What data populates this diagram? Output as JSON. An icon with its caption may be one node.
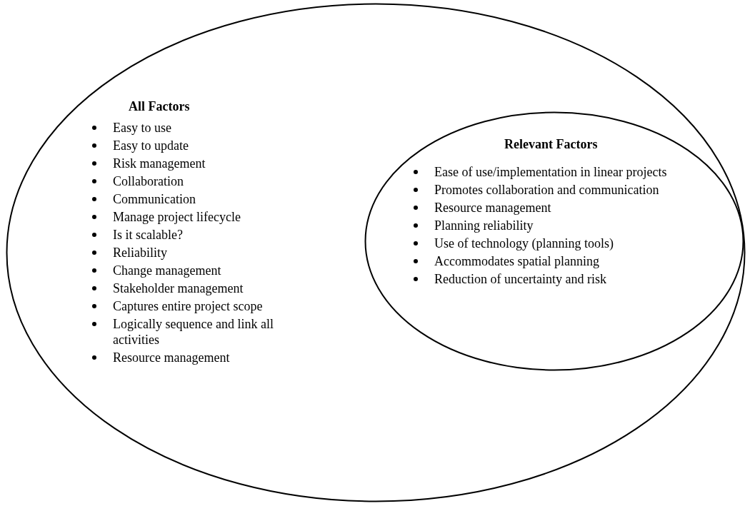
{
  "diagram": {
    "nodes": [
      {
        "text": [
          "All Factors",
          "Easy to use",
          "Easy to update",
          "Risk management",
          "Collaboration",
          "Communication",
          "Manage project lifecycle",
          "Is it scalable?",
          "Reliability",
          "Change management",
          "Stakeholder management",
          "Captures entire project scope",
          "Logically sequence and link all activities",
          "Resource management"
        ]
      },
      {
        "text": [
          "Relevant Factors",
          "Ease of use/implementation in linear projects",
          "Promotes collaboration and communication",
          "Resource management",
          "Planning reliability",
          "Use of technology (planning tools)",
          "Accommodates spatial planning",
          "Reduction of uncertainty and risk"
        ],
        "in": 0
      }
    ],
    "edges": []
  }
}
